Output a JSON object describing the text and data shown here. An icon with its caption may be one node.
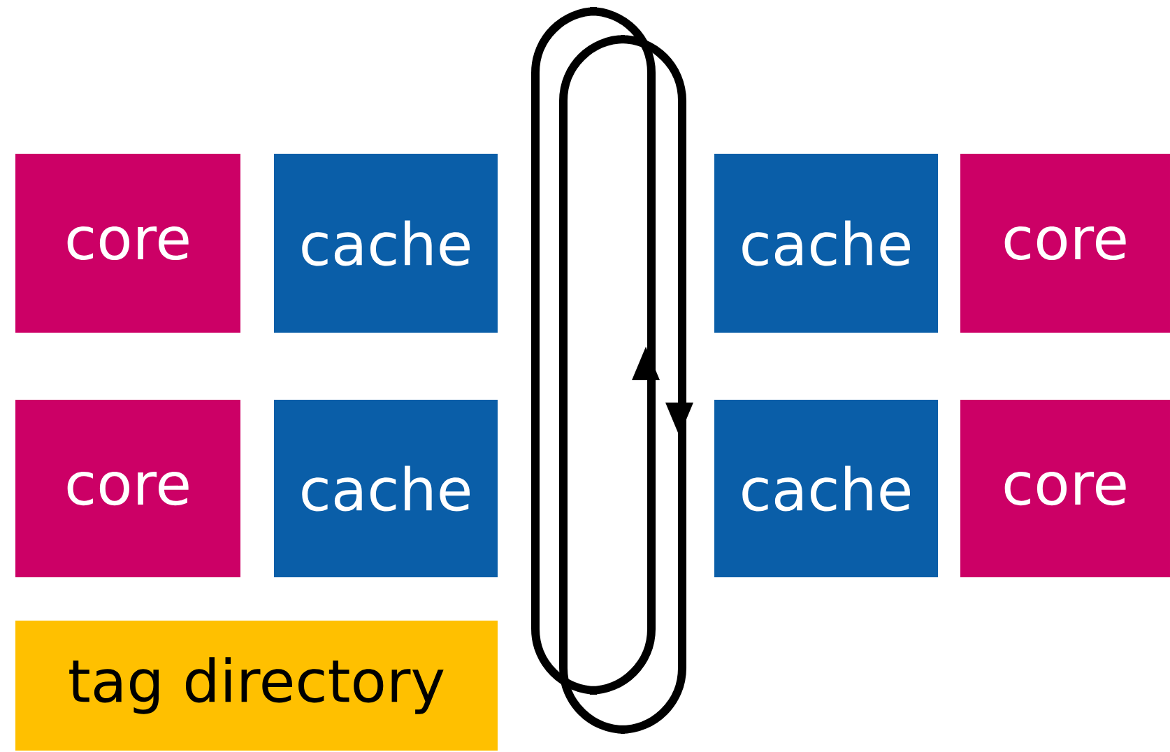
{
  "diagram": {
    "nodes": [
      {
        "text": [
          "core"
        ]
      },
      {
        "text": [
          "cache"
        ]
      },
      {
        "text": [
          "cache"
        ]
      },
      {
        "text": [
          "core"
        ]
      },
      {
        "text": [
          "core"
        ]
      },
      {
        "text": [
          "cache"
        ]
      },
      {
        "text": [
          "cache"
        ]
      },
      {
        "text": [
          "core"
        ]
      },
      {
        "text": [
          "tag directory"
        ]
      }
    ]
  }
}
